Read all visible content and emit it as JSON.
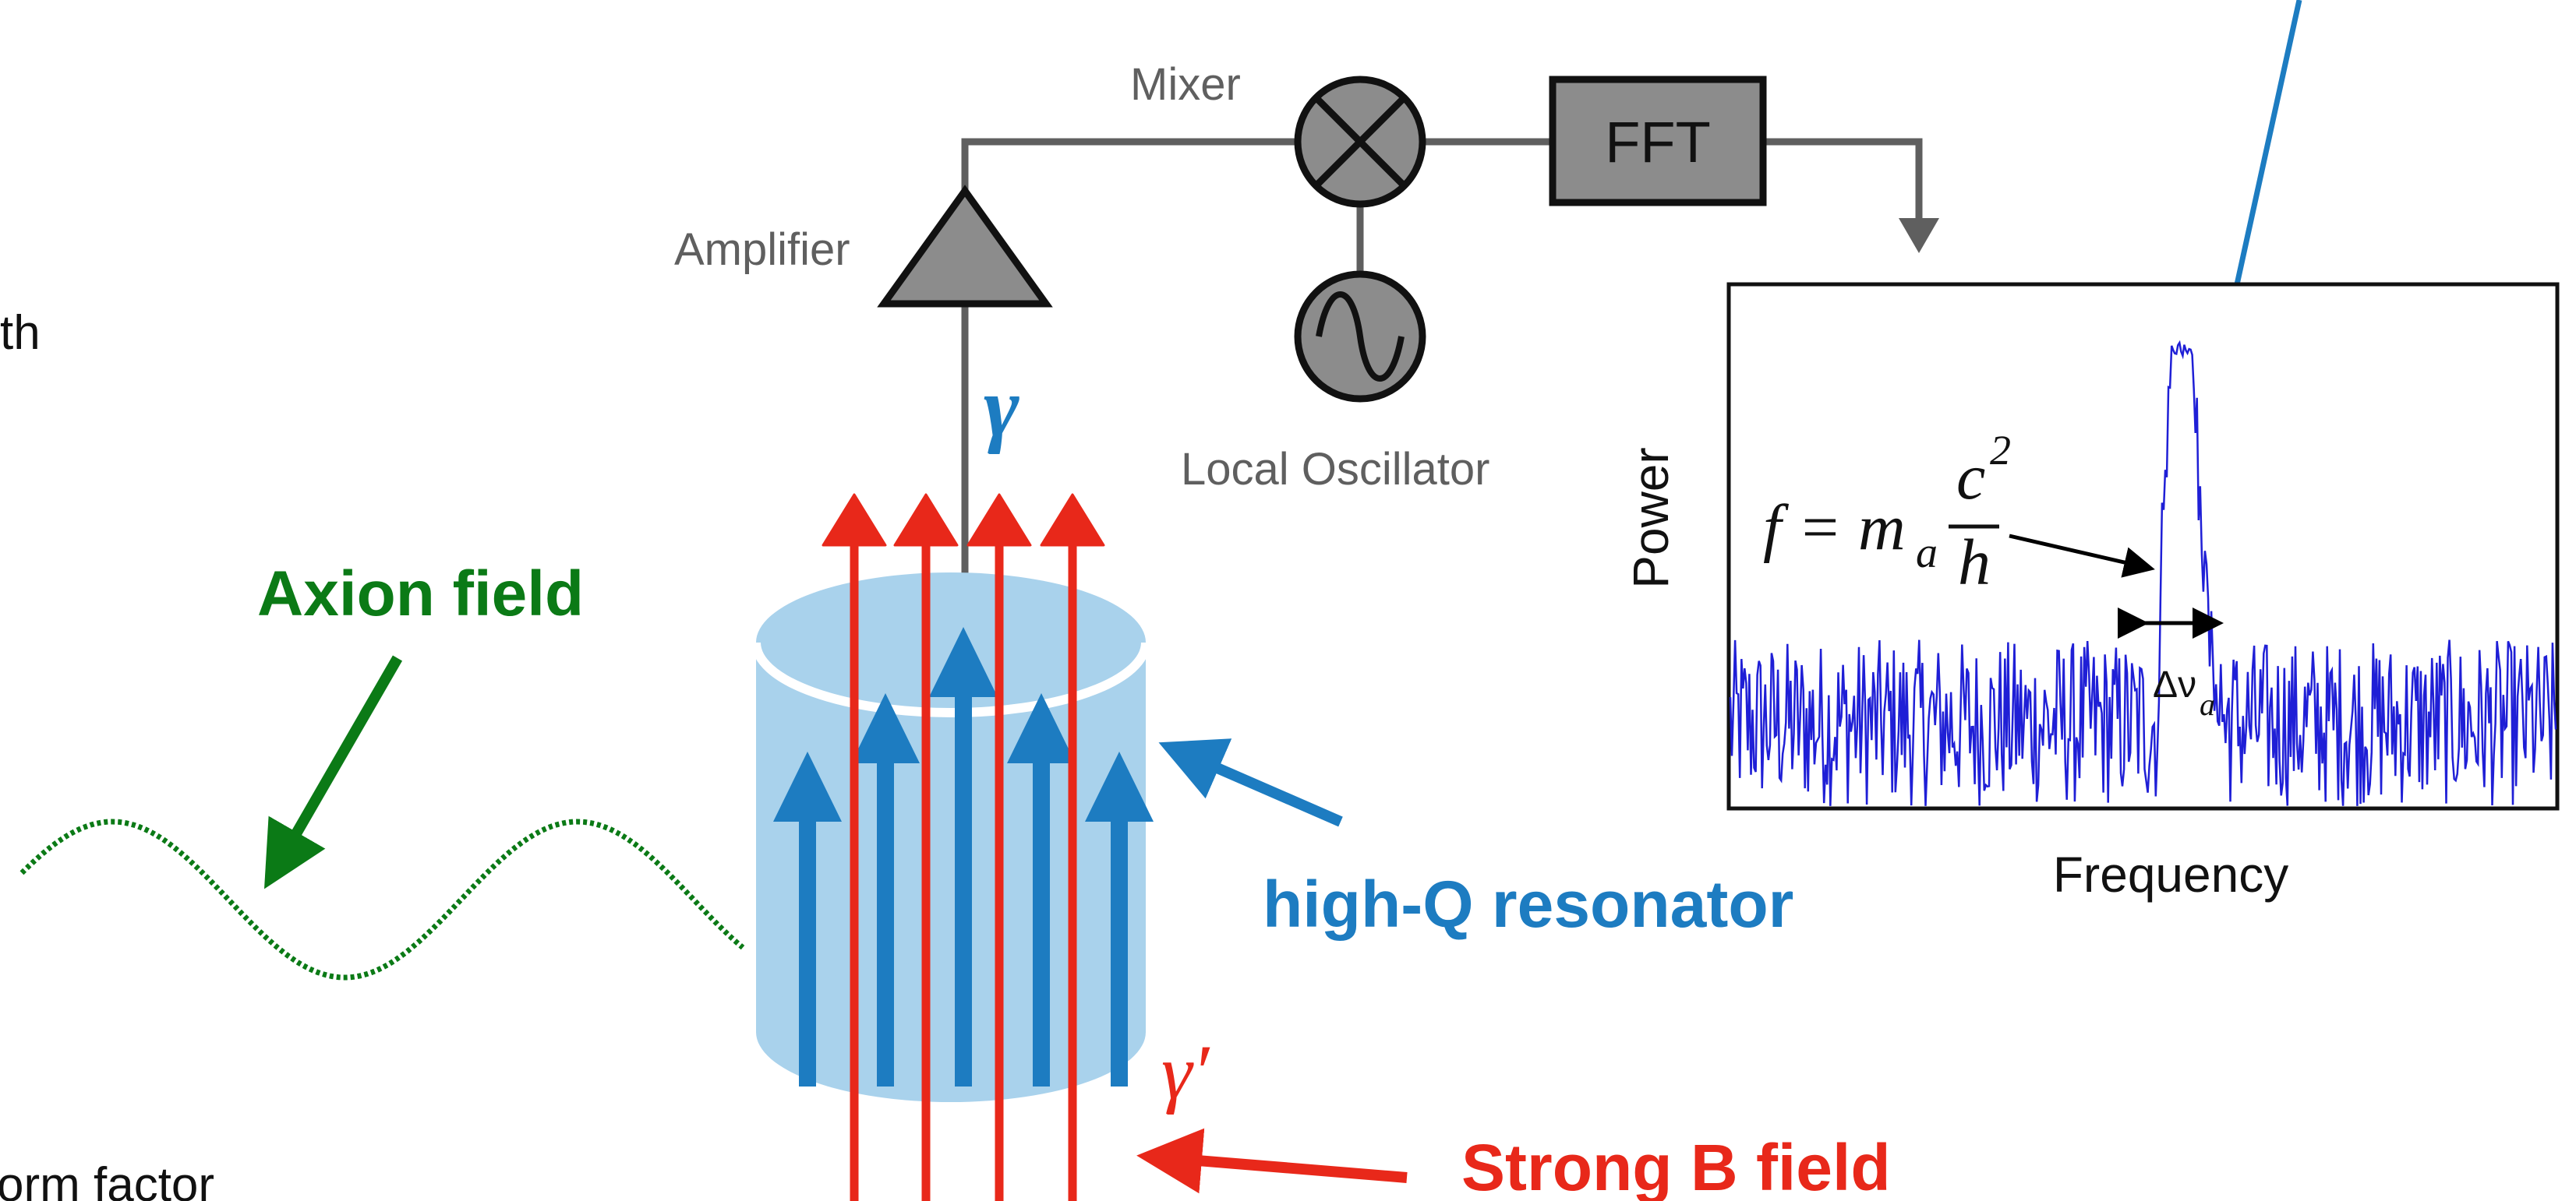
{
  "left_fragments": {
    "top": "th",
    "bottom": "orm factor"
  },
  "labels": {
    "axion_field": "Axion field",
    "high_q_resonator": "high-Q resonator",
    "strong_b_field": "Strong B field",
    "mixer": "Mixer",
    "amplifier": "Amplifier",
    "fft": "FFT",
    "local_oscillator": "Local Oscillator",
    "gamma": "γ",
    "gamma_prime": "γ′"
  },
  "spectrum": {
    "ylabel": "Power",
    "xlabel": "Frequency",
    "formula": {
      "lhs": "f = m",
      "sub_a": "a",
      "num": "c",
      "sup": "2",
      "den": "h"
    },
    "linewidth": {
      "symbol": "Δν",
      "sub": "a"
    }
  },
  "colors": {
    "green": "#0b7a16",
    "blue": "#1d7cc1",
    "red": "#e8281a",
    "gray": "#5f5f5f",
    "box_fill": "#8c8c8c",
    "cavity": "#a9d2ec",
    "trace": "#1f1fd6"
  }
}
